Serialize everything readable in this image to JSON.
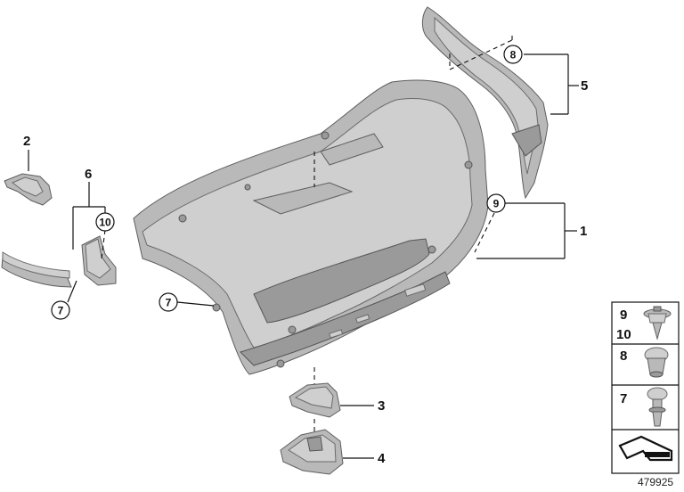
{
  "callouts": {
    "c1": "1",
    "c2": "2",
    "c3": "3",
    "c4": "4",
    "c5": "5",
    "c6": "6",
    "c7a": "7",
    "c7b": "7",
    "c8": "8",
    "c9": "9",
    "c10": "10"
  },
  "legend": {
    "row1_top": "9",
    "row1_bottom": "10",
    "row2": "8",
    "row3": "7"
  },
  "document_number": "479925",
  "colors": {
    "part_fill": "#b9b9b9",
    "outline": "#5e5e5e",
    "text": "#111111"
  }
}
